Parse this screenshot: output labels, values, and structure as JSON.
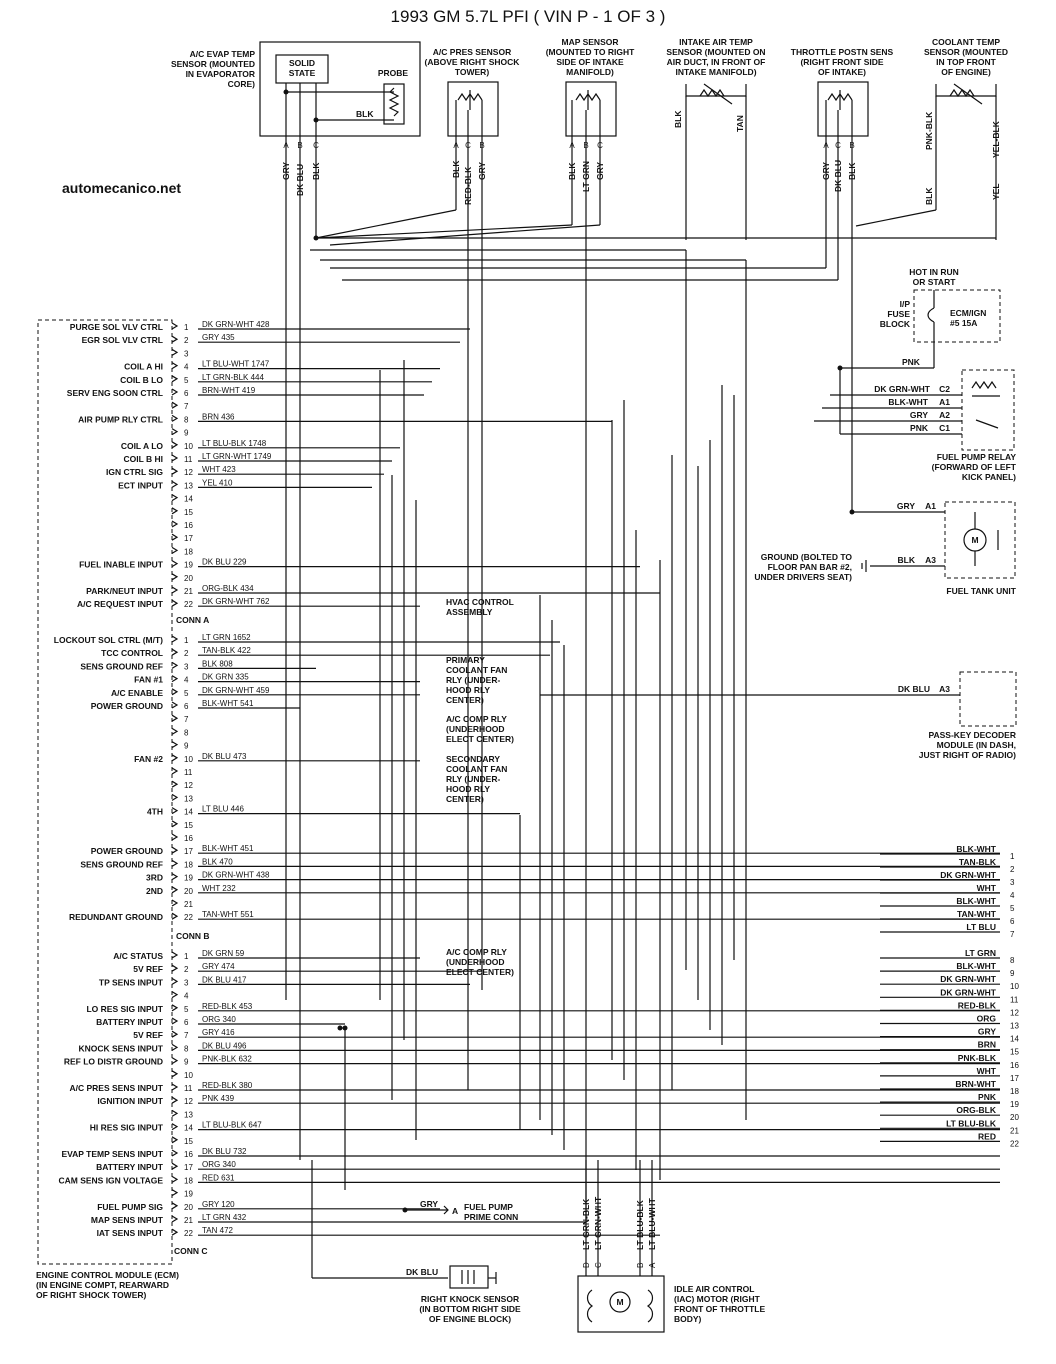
{
  "title": "1993 GM 5.7L PFI ( VIN P - 1 OF 3 )",
  "watermark": "automecanico.net",
  "ecm_label": "ENGINE CONTROL MODULE (ECM) (IN ENGINE COMPT, REARWARD OF RIGHT SHOCK TOWER)",
  "conn_a": {
    "label": "CONN A",
    "pins": [
      {
        "n": "1",
        "func": "PURGE SOL VLV CTRL",
        "wire": "DK GRN-WHT 428"
      },
      {
        "n": "2",
        "func": "EGR SOL VLV CTRL",
        "wire": "GRY 435"
      },
      {
        "n": "3",
        "func": "",
        "wire": ""
      },
      {
        "n": "4",
        "func": "COIL A HI",
        "wire": "LT BLU-WHT 1747"
      },
      {
        "n": "5",
        "func": "COIL B LO",
        "wire": "LT GRN-BLK 444"
      },
      {
        "n": "6",
        "func": "SERV ENG SOON CTRL",
        "wire": "BRN-WHT 419"
      },
      {
        "n": "7",
        "func": "",
        "wire": ""
      },
      {
        "n": "8",
        "func": "AIR PUMP RLY CTRL",
        "wire": "BRN 436"
      },
      {
        "n": "9",
        "func": "",
        "wire": ""
      },
      {
        "n": "10",
        "func": "COIL A LO",
        "wire": "LT BLU-BLK 1748"
      },
      {
        "n": "11",
        "func": "COIL B HI",
        "wire": "LT GRN-WHT 1749"
      },
      {
        "n": "12",
        "func": "IGN CTRL SIG",
        "wire": "WHT 423"
      },
      {
        "n": "13",
        "func": "ECT INPUT",
        "wire": "YEL 410"
      },
      {
        "n": "14",
        "func": "",
        "wire": ""
      },
      {
        "n": "15",
        "func": "",
        "wire": ""
      },
      {
        "n": "16",
        "func": "",
        "wire": ""
      },
      {
        "n": "17",
        "func": "",
        "wire": ""
      },
      {
        "n": "18",
        "func": "",
        "wire": ""
      },
      {
        "n": "19",
        "func": "FUEL INABLE INPUT",
        "wire": "DK BLU 229"
      },
      {
        "n": "20",
        "func": "",
        "wire": ""
      },
      {
        "n": "21",
        "func": "PARK/NEUT INPUT",
        "wire": "ORG-BLK 434"
      },
      {
        "n": "22",
        "func": "A/C REQUEST INPUT",
        "wire": "DK GRN-WHT 762"
      }
    ]
  },
  "conn_b": {
    "label": "CONN B",
    "pins": [
      {
        "n": "1",
        "func": "LOCKOUT SOL CTRL (M/T)",
        "wire": "LT GRN 1652"
      },
      {
        "n": "2",
        "func": "TCC CONTROL",
        "wire": "TAN-BLK 422"
      },
      {
        "n": "3",
        "func": "SENS GROUND REF",
        "wire": "BLK 808"
      },
      {
        "n": "4",
        "func": "FAN #1",
        "wire": "DK GRN 335"
      },
      {
        "n": "5",
        "func": "A/C ENABLE",
        "wire": "DK GRN-WHT 459"
      },
      {
        "n": "6",
        "func": "POWER GROUND",
        "wire": "BLK-WHT 541"
      },
      {
        "n": "7",
        "func": "",
        "wire": ""
      },
      {
        "n": "8",
        "func": "",
        "wire": ""
      },
      {
        "n": "9",
        "func": "",
        "wire": ""
      },
      {
        "n": "10",
        "func": "FAN #2",
        "wire": "DK BLU 473"
      },
      {
        "n": "11",
        "func": "",
        "wire": ""
      },
      {
        "n": "12",
        "func": "",
        "wire": ""
      },
      {
        "n": "13",
        "func": "",
        "wire": ""
      },
      {
        "n": "14",
        "func": "4TH",
        "wire": "LT BLU 446"
      },
      {
        "n": "15",
        "func": "",
        "wire": ""
      },
      {
        "n": "16",
        "func": "",
        "wire": ""
      },
      {
        "n": "17",
        "func": "POWER GROUND",
        "wire": "BLK-WHT 451"
      },
      {
        "n": "18",
        "func": "SENS GROUND REF",
        "wire": "BLK 470"
      },
      {
        "n": "19",
        "func": "3RD",
        "wire": "DK GRN-WHT 438"
      },
      {
        "n": "20",
        "func": "2ND",
        "wire": "WHT 232"
      },
      {
        "n": "21",
        "func": "",
        "wire": ""
      },
      {
        "n": "22",
        "func": "REDUNDANT GROUND",
        "wire": "TAN-WHT 551"
      }
    ]
  },
  "conn_c": {
    "label": "CONN C",
    "pins": [
      {
        "n": "1",
        "func": "A/C STATUS",
        "wire": "DK GRN 59"
      },
      {
        "n": "2",
        "func": "5V REF",
        "wire": "GRY 474"
      },
      {
        "n": "3",
        "func": "TP SENS INPUT",
        "wire": "DK BLU 417"
      },
      {
        "n": "4",
        "func": "",
        "wire": ""
      },
      {
        "n": "5",
        "func": "LO RES SIG INPUT",
        "wire": "RED-BLK 453"
      },
      {
        "n": "6",
        "func": "BATTERY INPUT",
        "wire": "ORG 340"
      },
      {
        "n": "7",
        "func": "5V REF",
        "wire": "GRY 416"
      },
      {
        "n": "8",
        "func": "KNOCK SENS INPUT",
        "wire": "DK BLU 496"
      },
      {
        "n": "9",
        "func": "REF LO DISTR GROUND",
        "wire": "PNK-BLK 632"
      },
      {
        "n": "10",
        "func": "",
        "wire": ""
      },
      {
        "n": "11",
        "func": "A/C PRES SENS INPUT",
        "wire": "RED-BLK 380"
      },
      {
        "n": "12",
        "func": "IGNITION INPUT",
        "wire": "PNK 439"
      },
      {
        "n": "13",
        "func": "",
        "wire": ""
      },
      {
        "n": "14",
        "func": "HI RES SIG INPUT",
        "wire": "LT BLU-BLK 647"
      },
      {
        "n": "15",
        "func": "",
        "wire": ""
      },
      {
        "n": "16",
        "func": "EVAP TEMP SENS INPUT",
        "wire": "DK BLU 732"
      },
      {
        "n": "17",
        "func": "BATTERY INPUT",
        "wire": "ORG 340"
      },
      {
        "n": "18",
        "func": "CAM SENS IGN VOLTAGE",
        "wire": "RED 631"
      },
      {
        "n": "19",
        "func": "",
        "wire": ""
      },
      {
        "n": "20",
        "func": "FUEL PUMP SIG",
        "wire": "GRY 120"
      },
      {
        "n": "21",
        "func": "MAP SENS INPUT",
        "wire": "LT GRN 432"
      },
      {
        "n": "22",
        "func": "IAT SENS INPUT",
        "wire": "TAN 472"
      }
    ]
  },
  "right_edge_1": [
    {
      "n": "1",
      "color": "BLK-WHT"
    },
    {
      "n": "2",
      "color": "TAN-BLK"
    },
    {
      "n": "3",
      "color": "DK GRN-WHT"
    },
    {
      "n": "4",
      "color": "WHT"
    },
    {
      "n": "5",
      "color": "BLK-WHT"
    },
    {
      "n": "6",
      "color": "TAN-WHT"
    },
    {
      "n": "7",
      "color": "LT BLU"
    }
  ],
  "right_edge_2": [
    {
      "n": "8",
      "color": "LT GRN"
    },
    {
      "n": "9",
      "color": "BLK-WHT"
    },
    {
      "n": "10",
      "color": "DK GRN-WHT"
    },
    {
      "n": "11",
      "color": "DK GRN-WHT"
    },
    {
      "n": "12",
      "color": "RED-BLK"
    },
    {
      "n": "13",
      "color": "ORG"
    },
    {
      "n": "14",
      "color": "GRY"
    },
    {
      "n": "15",
      "color": "BRN"
    },
    {
      "n": "16",
      "color": "PNK-BLK"
    },
    {
      "n": "17",
      "color": "WHT"
    },
    {
      "n": "18",
      "color": "BRN-WHT"
    },
    {
      "n": "19",
      "color": "PNK"
    },
    {
      "n": "20",
      "color": "ORG-BLK"
    },
    {
      "n": "21",
      "color": "LT BLU-BLK"
    },
    {
      "n": "22",
      "color": "RED"
    }
  ],
  "sensors": {
    "ac_evap": {
      "lines": [
        "A/C EVAP TEMP",
        "SENSOR (MOUNTED",
        "IN EVAPORATOR",
        "CORE)"
      ],
      "solid": [
        "SOLID",
        "STATE"
      ],
      "probe": "PROBE",
      "probe_wire": "BLK",
      "pins": [
        "A",
        "B",
        "C"
      ],
      "wires": [
        "GRY",
        "DK BLU",
        "BLK"
      ]
    },
    "ac_pres": {
      "lines": [
        "A/C PRES SENSOR",
        "(ABOVE RIGHT SHOCK",
        "TOWER)"
      ],
      "pins": [
        "A",
        "C",
        "B"
      ],
      "wires": [
        "BLK",
        "RED-BLK",
        "GRY"
      ]
    },
    "map": {
      "lines": [
        "MAP SENSOR",
        "(MOUNTED TO RIGHT",
        "SIDE OF INTAKE",
        "MANIFOLD)"
      ],
      "pins": [
        "A",
        "B",
        "C"
      ],
      "wires": [
        "BLK",
        "LT GRN",
        "GRY"
      ]
    },
    "iat": {
      "lines": [
        "INTAKE AIR TEMP",
        "SENSOR (MOUNTED ON",
        "AIR DUCT, IN FRONT OF",
        "INTAKE MANIFOLD)"
      ],
      "wires": [
        "BLK",
        "TAN"
      ]
    },
    "tps": {
      "lines": [
        "THROTTLE POSTN SENS",
        "(RIGHT FRONT SIDE",
        "OF INTAKE)"
      ],
      "pins": [
        "A",
        "C",
        "B"
      ],
      "wires": [
        "GRY",
        "DK BLU",
        "BLK"
      ]
    },
    "ect": {
      "lines": [
        "COOLANT TEMP",
        "SENSOR (MOUNTED",
        "IN TOP FRONT",
        "OF ENGINE)"
      ],
      "wires_top": [
        "PNK-BLK",
        "YEL-BLK"
      ],
      "wires_bottom": [
        "BLK",
        "YEL"
      ]
    }
  },
  "fuse": {
    "hot": [
      "HOT IN RUN",
      "OR START"
    ],
    "block": [
      "I/P",
      "FUSE",
      "BLOCK"
    ],
    "fuse": [
      "ECM/IGN",
      "#5 15A"
    ],
    "wire": "PNK"
  },
  "fuel_pump_relay": {
    "lines": [
      "FUEL PUMP RELAY",
      "(FORWARD OF LEFT",
      "KICK PANEL)"
    ],
    "pins": [
      {
        "wire": "DK GRN-WHT",
        "pin": "C2"
      },
      {
        "wire": "BLK-WHT",
        "pin": "A1"
      },
      {
        "wire": "GRY",
        "pin": "A2"
      },
      {
        "wire": "PNK",
        "pin": "C1"
      }
    ]
  },
  "fuel_tank": {
    "label": "FUEL TANK UNIT",
    "pin_a1": {
      "wire": "GRY",
      "pin": "A1"
    },
    "pin_a3": {
      "wire": "BLK",
      "pin": "A3"
    },
    "ground": [
      "GROUND (BOLTED TO",
      "FLOOR PAN BAR #2,",
      "UNDER DRIVERS SEAT)"
    ],
    "motor": "M"
  },
  "pass_key": {
    "lines": [
      "PASS-KEY DECODER",
      "MODULE (IN DASH,",
      "JUST RIGHT OF RADIO)"
    ],
    "wire": "DK BLU",
    "pin": "A3"
  },
  "mid_labels": {
    "hvac": [
      "HVAC CONTROL",
      "ASSEMBLY"
    ],
    "primary_fan": [
      "PRIMARY",
      "COOLANT FAN",
      "RLY (UNDER-",
      "HOOD RLY",
      "CENTER)"
    ],
    "ac_comp_1": [
      "A/C COMP RLY",
      "(UNDERHOOD",
      "ELECT CENTER)"
    ],
    "secondary_fan": [
      "SECONDARY",
      "COOLANT FAN",
      "RLY (UNDER-",
      "HOOD RLY",
      "CENTER)"
    ],
    "ac_comp_2": [
      "A/C COMP RLY",
      "(UNDERHOOD",
      "ELECT CENTER)"
    ]
  },
  "fuel_prime": {
    "wire": "GRY",
    "pin": "A",
    "lines": [
      "FUEL PUMP",
      "PRIME CONN"
    ]
  },
  "knock": {
    "wire": "DK BLU",
    "lines": [
      "RIGHT KNOCK SENSOR",
      "(IN BOTTOM RIGHT SIDE",
      "OF ENGINE BLOCK)"
    ]
  },
  "iac": {
    "lines": [
      "IDLE AIR CONTROL",
      "(IAC) MOTOR (RIGHT",
      "FRONT OF THROTTLE",
      "BODY)"
    ],
    "wires": [
      "LT GRN-BLK",
      "LT GRN-WHT",
      "LT BLU-BLK",
      "LT BLU-WHT"
    ],
    "pins": [
      "D",
      "C",
      "B",
      "A"
    ],
    "motor": "M"
  }
}
